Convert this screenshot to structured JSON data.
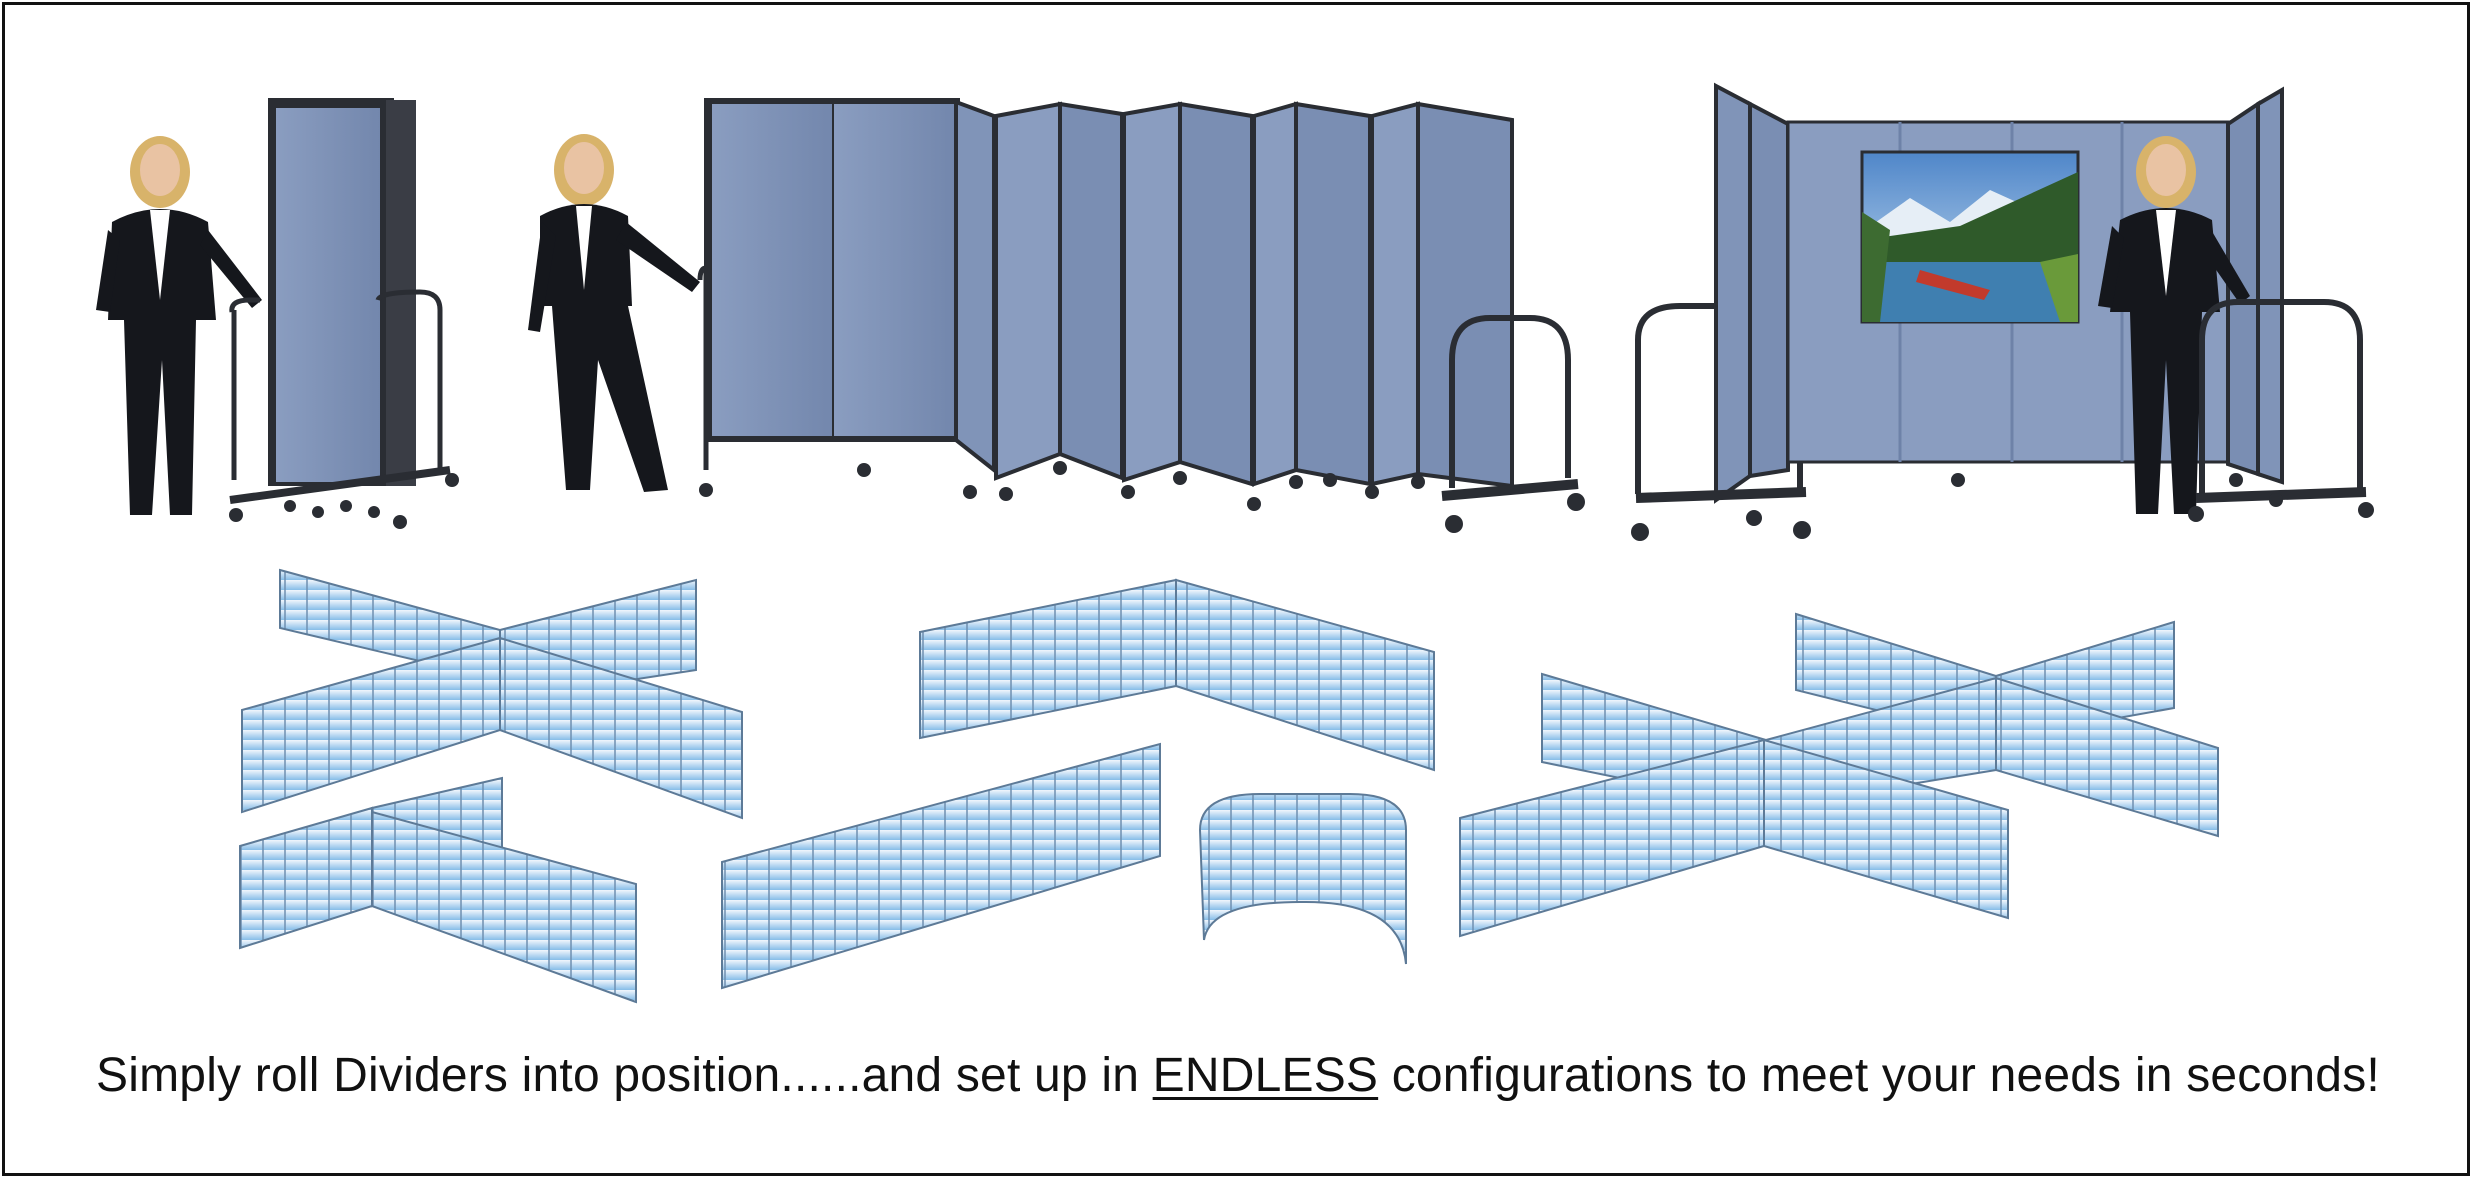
{
  "caption": {
    "before": "Simply roll Dividers into position......and set up in ",
    "emphasis": "ENDLESS",
    "after": " configurations to meet your needs in seconds!"
  },
  "colors": {
    "panel": "#7f93b8",
    "panel_dark": "#5d6f94",
    "frame": "#2a2d33",
    "config_panel_top": "#eef4fb",
    "config_panel_bottom": "#8fc0e8",
    "suit": "#15171c",
    "hair": "#d8b36a",
    "skin": "#e9c3a3"
  }
}
